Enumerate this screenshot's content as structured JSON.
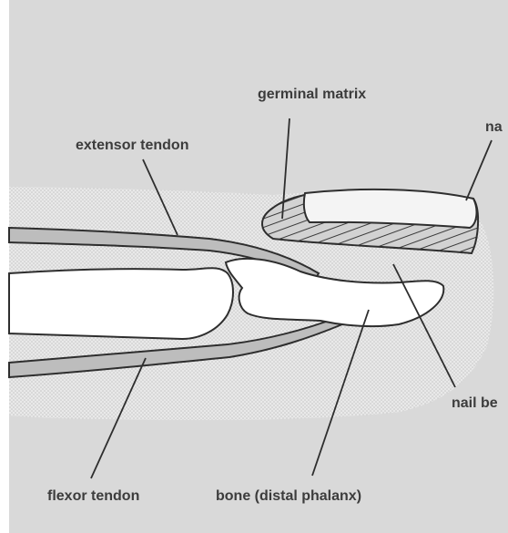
{
  "labels": {
    "germinal_matrix": "germinal matrix",
    "extensor_tendon": "extensor tendon",
    "nail": "na",
    "nail_bed": "nail be",
    "flexor_tendon": "flexor tendon",
    "bone": "bone (distal phalanx)"
  },
  "colors": {
    "background": "#d9d9d9",
    "skin": "#e8e8e8",
    "tendon": "#bdbdbd",
    "bone": "#ffffff",
    "nail": "#f2f2f2",
    "outline": "#2e2e2e",
    "text": "#3c3c3c"
  }
}
